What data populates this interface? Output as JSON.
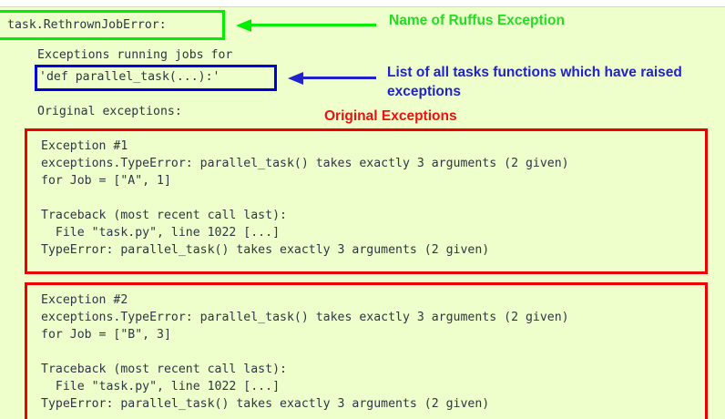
{
  "figure": {
    "background_color": "#eeffcc",
    "code_text_color": "#333344"
  },
  "exception_header": {
    "name": "task.RethrownJobError:",
    "box_color": "#00ee00"
  },
  "task_list": {
    "intro_line": "Exceptions running jobs for",
    "task_signature": "'def parallel_task(...):'",
    "box_color": "#0000dd"
  },
  "original_exceptions_label": "Original exceptions:",
  "annotations": [
    {
      "name": "exception-name-annotation",
      "text": "Name of Ruffus Exception",
      "color": "#22dd22"
    },
    {
      "name": "task-list-annotation",
      "text": "List of all tasks functions which have raised\nexceptions",
      "color": "#2222cc"
    },
    {
      "name": "original-exceptions-annotation",
      "text": "Original Exceptions",
      "color": "#ee1111"
    }
  ],
  "exception_blocks": [
    {
      "box_color": "#ee0000",
      "lines": [
        "Exception #1",
        "exceptions.TypeError: parallel_task() takes exactly 3 arguments (2 given)",
        "for Job = [\"A\", 1]",
        "",
        "Traceback (most recent call last):",
        "  File \"task.py\", line 1022 [...]",
        "TypeError: parallel_task() takes exactly 3 arguments (2 given)"
      ]
    },
    {
      "box_color": "#ee0000",
      "lines": [
        "Exception #2",
        "exceptions.TypeError: parallel_task() takes exactly 3 arguments (2 given)",
        "for Job = [\"B\", 3]",
        "",
        "Traceback (most recent call last):",
        "  File \"task.py\", line 1022 [...]",
        "TypeError: parallel_task() takes exactly 3 arguments (2 given)"
      ]
    }
  ]
}
